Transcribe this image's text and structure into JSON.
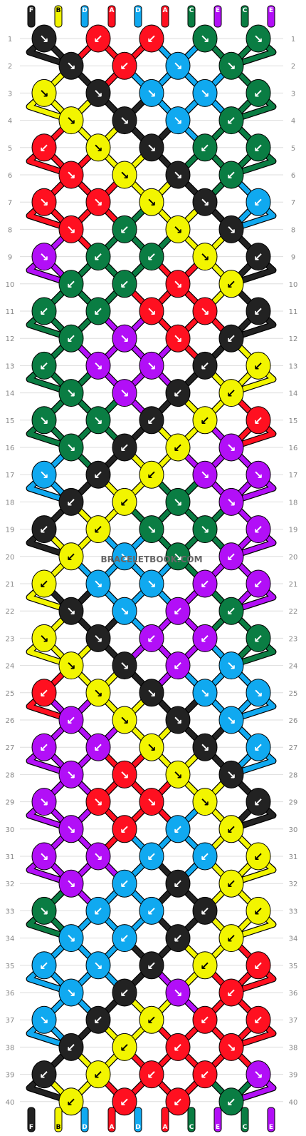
{
  "watermark": "BRACELETBOOK.COM",
  "colors": {
    "black": "#222222",
    "yellow": "#f2f500",
    "blue": "#10a9f0",
    "red": "#ff1020",
    "green": "#0a7d43",
    "purple": "#b20ff7"
  },
  "strands": [
    {
      "letter": "F",
      "color": "black"
    },
    {
      "letter": "B",
      "color": "yellow"
    },
    {
      "letter": "D",
      "color": "blue"
    },
    {
      "letter": "A",
      "color": "red"
    },
    {
      "letter": "D",
      "color": "blue"
    },
    {
      "letter": "A",
      "color": "red"
    },
    {
      "letter": "C",
      "color": "green"
    },
    {
      "letter": "E",
      "color": "purple"
    },
    {
      "letter": "C",
      "color": "green"
    },
    {
      "letter": "E",
      "color": "purple"
    }
  ],
  "row_numbers": [
    "1",
    "2",
    "3",
    "4",
    "5",
    "6",
    "7",
    "8",
    "9",
    "10",
    "11",
    "12",
    "13",
    "14",
    "15",
    "16",
    "17",
    "18",
    "19",
    "20",
    "21",
    "22",
    "23",
    "24",
    "25",
    "26",
    "27",
    "28",
    "29",
    "30",
    "31",
    "32",
    "33",
    "34",
    "35",
    "36",
    "37",
    "38",
    "39",
    "40"
  ],
  "knot_rows": [
    [
      {
        "c": "black",
        "d": "↘"
      },
      {
        "c": "red",
        "d": "↙"
      },
      {
        "c": "red",
        "d": "↙"
      },
      {
        "c": "green",
        "d": "↘"
      },
      {
        "c": "green",
        "d": "↘"
      }
    ],
    [
      {
        "c": "black",
        "d": "↘"
      },
      {
        "c": "red",
        "d": "↙"
      },
      {
        "c": "blue",
        "d": "↘"
      },
      {
        "c": "green",
        "d": "↘"
      }
    ],
    [
      {
        "c": "yellow",
        "d": "↘"
      },
      {
        "c": "black",
        "d": "↘"
      },
      {
        "c": "blue",
        "d": "↘"
      },
      {
        "c": "blue",
        "d": "↘"
      },
      {
        "c": "green",
        "d": "↙"
      }
    ],
    [
      {
        "c": "yellow",
        "d": "↘"
      },
      {
        "c": "black",
        "d": "↘"
      },
      {
        "c": "blue",
        "d": "↘"
      },
      {
        "c": "green",
        "d": "↙"
      }
    ],
    [
      {
        "c": "red",
        "d": "↙"
      },
      {
        "c": "yellow",
        "d": "↘"
      },
      {
        "c": "black",
        "d": "↘"
      },
      {
        "c": "green",
        "d": "↙"
      },
      {
        "c": "green",
        "d": "↙"
      }
    ],
    [
      {
        "c": "red",
        "d": "↘"
      },
      {
        "c": "yellow",
        "d": "↘"
      },
      {
        "c": "black",
        "d": "↘"
      },
      {
        "c": "green",
        "d": "↙"
      }
    ],
    [
      {
        "c": "red",
        "d": "↘"
      },
      {
        "c": "red",
        "d": "↘"
      },
      {
        "c": "yellow",
        "d": "↘"
      },
      {
        "c": "black",
        "d": "↘"
      },
      {
        "c": "blue",
        "d": "↙"
      }
    ],
    [
      {
        "c": "red",
        "d": "↘"
      },
      {
        "c": "green",
        "d": "↙"
      },
      {
        "c": "yellow",
        "d": "↘"
      },
      {
        "c": "black",
        "d": "↘"
      }
    ],
    [
      {
        "c": "purple",
        "d": "↘"
      },
      {
        "c": "green",
        "d": "↙"
      },
      {
        "c": "green",
        "d": "↙"
      },
      {
        "c": "yellow",
        "d": "↘"
      },
      {
        "c": "black",
        "d": "↙"
      }
    ],
    [
      {
        "c": "green",
        "d": "↙"
      },
      {
        "c": "green",
        "d": "↙"
      },
      {
        "c": "red",
        "d": "↘"
      },
      {
        "c": "yellow",
        "d": "↙"
      }
    ],
    [
      {
        "c": "green",
        "d": "↙"
      },
      {
        "c": "green",
        "d": "↙"
      },
      {
        "c": "red",
        "d": "↘"
      },
      {
        "c": "red",
        "d": "↘"
      },
      {
        "c": "black",
        "d": "↙"
      }
    ],
    [
      {
        "c": "green",
        "d": "↙"
      },
      {
        "c": "purple",
        "d": "↘"
      },
      {
        "c": "red",
        "d": "↘"
      },
      {
        "c": "black",
        "d": "↙"
      }
    ],
    [
      {
        "c": "green",
        "d": "↙"
      },
      {
        "c": "purple",
        "d": "↘"
      },
      {
        "c": "purple",
        "d": "↘"
      },
      {
        "c": "black",
        "d": "↙"
      },
      {
        "c": "yellow",
        "d": "↙"
      }
    ],
    [
      {
        "c": "green",
        "d": "↘"
      },
      {
        "c": "purple",
        "d": "↘"
      },
      {
        "c": "black",
        "d": "↙"
      },
      {
        "c": "yellow",
        "d": "↙"
      }
    ],
    [
      {
        "c": "green",
        "d": "↘"
      },
      {
        "c": "green",
        "d": "↘"
      },
      {
        "c": "black",
        "d": "↙"
      },
      {
        "c": "yellow",
        "d": "↙"
      },
      {
        "c": "red",
        "d": "↙"
      }
    ],
    [
      {
        "c": "green",
        "d": "↘"
      },
      {
        "c": "black",
        "d": "↙"
      },
      {
        "c": "yellow",
        "d": "↙"
      },
      {
        "c": "purple",
        "d": "↘"
      }
    ],
    [
      {
        "c": "blue",
        "d": "↘"
      },
      {
        "c": "black",
        "d": "↙"
      },
      {
        "c": "yellow",
        "d": "↙"
      },
      {
        "c": "purple",
        "d": "↘"
      },
      {
        "c": "purple",
        "d": "↘"
      }
    ],
    [
      {
        "c": "black",
        "d": "↙"
      },
      {
        "c": "yellow",
        "d": "↙"
      },
      {
        "c": "green",
        "d": "↘"
      },
      {
        "c": "purple",
        "d": "↘"
      }
    ],
    [
      {
        "c": "black",
        "d": "↙"
      },
      {
        "c": "yellow",
        "d": "↙"
      },
      {
        "c": "green",
        "d": "↘"
      },
      {
        "c": "green",
        "d": "↘"
      },
      {
        "c": "purple",
        "d": "↙"
      }
    ],
    [
      {
        "c": "yellow",
        "d": "↙"
      },
      {
        "c": "blue",
        "d": "↘"
      },
      {
        "c": "green",
        "d": "↘"
      },
      {
        "c": "purple",
        "d": "↙"
      }
    ],
    [
      {
        "c": "yellow",
        "d": "↙"
      },
      {
        "c": "blue",
        "d": "↘"
      },
      {
        "c": "blue",
        "d": "↘"
      },
      {
        "c": "purple",
        "d": "↙"
      },
      {
        "c": "purple",
        "d": "↙"
      }
    ],
    [
      {
        "c": "black",
        "d": "↘"
      },
      {
        "c": "blue",
        "d": "↘"
      },
      {
        "c": "purple",
        "d": "↙"
      },
      {
        "c": "green",
        "d": "↙"
      }
    ],
    [
      {
        "c": "yellow",
        "d": "↘"
      },
      {
        "c": "black",
        "d": "↘"
      },
      {
        "c": "purple",
        "d": "↙"
      },
      {
        "c": "purple",
        "d": "↙"
      },
      {
        "c": "green",
        "d": "↙"
      }
    ],
    [
      {
        "c": "yellow",
        "d": "↘"
      },
      {
        "c": "black",
        "d": "↘"
      },
      {
        "c": "purple",
        "d": "↙"
      },
      {
        "c": "blue",
        "d": "↘"
      }
    ],
    [
      {
        "c": "red",
        "d": "↙"
      },
      {
        "c": "yellow",
        "d": "↘"
      },
      {
        "c": "black",
        "d": "↘"
      },
      {
        "c": "blue",
        "d": "↘"
      },
      {
        "c": "blue",
        "d": "↘"
      }
    ],
    [
      {
        "c": "purple",
        "d": "↙"
      },
      {
        "c": "yellow",
        "d": "↘"
      },
      {
        "c": "black",
        "d": "↘"
      },
      {
        "c": "blue",
        "d": "↘"
      }
    ],
    [
      {
        "c": "purple",
        "d": "↙"
      },
      {
        "c": "purple",
        "d": "↙"
      },
      {
        "c": "yellow",
        "d": "↘"
      },
      {
        "c": "black",
        "d": "↘"
      },
      {
        "c": "blue",
        "d": "↙"
      }
    ],
    [
      {
        "c": "purple",
        "d": "↘"
      },
      {
        "c": "red",
        "d": "↘"
      },
      {
        "c": "yellow",
        "d": "↘"
      },
      {
        "c": "black",
        "d": "↘"
      }
    ],
    [
      {
        "c": "purple",
        "d": "↘"
      },
      {
        "c": "red",
        "d": "↘"
      },
      {
        "c": "red",
        "d": "↘"
      },
      {
        "c": "yellow",
        "d": "↘"
      },
      {
        "c": "black",
        "d": "↙"
      }
    ],
    [
      {
        "c": "purple",
        "d": "↘"
      },
      {
        "c": "red",
        "d": "↙"
      },
      {
        "c": "blue",
        "d": "↙"
      },
      {
        "c": "yellow",
        "d": "↙"
      }
    ],
    [
      {
        "c": "purple",
        "d": "↘"
      },
      {
        "c": "purple",
        "d": "↘"
      },
      {
        "c": "blue",
        "d": "↙"
      },
      {
        "c": "blue",
        "d": "↙"
      },
      {
        "c": "yellow",
        "d": "↙"
      }
    ],
    [
      {
        "c": "purple",
        "d": "↘"
      },
      {
        "c": "blue",
        "d": "↙"
      },
      {
        "c": "black",
        "d": "↙"
      },
      {
        "c": "yellow",
        "d": "↙"
      }
    ],
    [
      {
        "c": "green",
        "d": "↘"
      },
      {
        "c": "blue",
        "d": "↙"
      },
      {
        "c": "blue",
        "d": "↙"
      },
      {
        "c": "black",
        "d": "↙"
      },
      {
        "c": "yellow",
        "d": "↙"
      }
    ],
    [
      {
        "c": "blue",
        "d": "↘"
      },
      {
        "c": "blue",
        "d": "↙"
      },
      {
        "c": "black",
        "d": "↙"
      },
      {
        "c": "yellow",
        "d": "↙"
      }
    ],
    [
      {
        "c": "blue",
        "d": "↙"
      },
      {
        "c": "blue",
        "d": "↘"
      },
      {
        "c": "black",
        "d": "↙"
      },
      {
        "c": "yellow",
        "d": "↙"
      },
      {
        "c": "red",
        "d": "↙"
      }
    ],
    [
      {
        "c": "blue",
        "d": "↘"
      },
      {
        "c": "black",
        "d": "↙"
      },
      {
        "c": "purple",
        "d": "↘"
      },
      {
        "c": "red",
        "d": "↙"
      }
    ],
    [
      {
        "c": "blue",
        "d": "↘"
      },
      {
        "c": "black",
        "d": "↙"
      },
      {
        "c": "yellow",
        "d": "↙"
      },
      {
        "c": "red",
        "d": "↙"
      },
      {
        "c": "red",
        "d": "↙"
      }
    ],
    [
      {
        "c": "black",
        "d": "↙"
      },
      {
        "c": "yellow",
        "d": "↙"
      },
      {
        "c": "red",
        "d": "↙"
      },
      {
        "c": "red",
        "d": "↘"
      }
    ],
    [
      {
        "c": "black",
        "d": "↙"
      },
      {
        "c": "yellow",
        "d": "↙"
      },
      {
        "c": "red",
        "d": "↙"
      },
      {
        "c": "red",
        "d": "↙"
      },
      {
        "c": "purple",
        "d": "↘"
      }
    ],
    [
      {
        "c": "yellow",
        "d": "↙"
      },
      {
        "c": "red",
        "d": "↙"
      },
      {
        "c": "red",
        "d": "↙"
      },
      {
        "c": "green",
        "d": "↙"
      }
    ]
  ]
}
